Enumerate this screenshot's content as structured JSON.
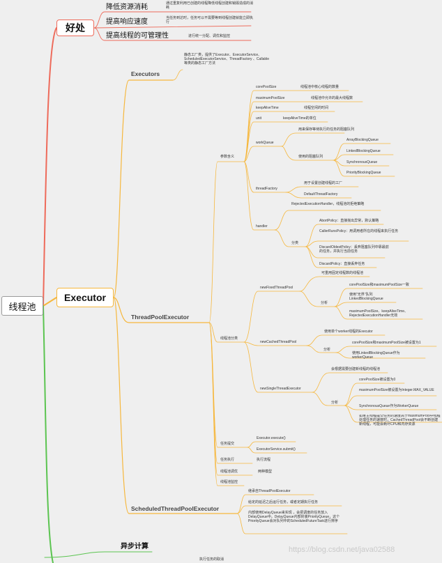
{
  "root": {
    "label": "线程池"
  },
  "benefits": {
    "label": "好处",
    "items": [
      {
        "title": "降低资源消耗",
        "desc": "通过重复利用已创建的线程降低线程创建和销毁造成的消耗"
      },
      {
        "title": "提高响应速度",
        "desc": "当任务到达时，任务可以不需要等到线程创建就能立即执行"
      },
      {
        "title": "提高线程的可管理性",
        "desc": "进行统一分配、调优和监控"
      }
    ]
  },
  "executor": {
    "label": "Executor",
    "executors": {
      "label": "Executors",
      "desc": "静态工厂类，提供了Executor、ExecutorService、ScheduledExecutorService、ThreadFactory 、Callable 等类的静态工厂方法"
    },
    "tpe": {
      "label": "ThreadPoolExecutor",
      "params": {
        "label": "参数含义",
        "core": {
          "name": "corePoolSize",
          "desc": "线程池中核心线程的数量"
        },
        "max": {
          "name": "maximumPoolSize",
          "desc": "线程池中允许的最大线程数"
        },
        "alive": {
          "name": "keepAliveTime",
          "desc": "线程空闲的时间"
        },
        "unit": {
          "name": "unit",
          "desc": "keepAliveTime的单位"
        },
        "workQueue": {
          "name": "workQueue",
          "desc": "用来保存等待执行的任务的阻塞队列",
          "used": "使用的阻塞队列",
          "queues": [
            "ArrayBlockingQueue",
            "LinkedBlockingQueue",
            "SynchronousQueue",
            "PriorityBlockingQueue"
          ]
        },
        "threadFactory": {
          "name": "threadFactory",
          "desc": "用于设置创建线程的工厂",
          "default": "DefaultThreadFactory"
        },
        "handler": {
          "name": "handler",
          "desc": "RejectedExecutionHandler，线程池的拒绝策略",
          "cat": "分类",
          "policies": [
            "AbortPolicy：直接抛出异常，默认策略",
            "CallerRunsPolicy：用调用者所在的线程来执行任务",
            "DiscardOldestPolicy：丢弃阻塞队列中靠最前的任务，并执行当前任务",
            "DiscardPolicy：直接丢弃任务"
          ]
        }
      },
      "pools": {
        "label": "线程池分类",
        "fixed": {
          "name": "newFixedThreadPool",
          "desc": "可重用固定线程数的线程池",
          "analysis": "分析",
          "items": [
            "corePoolSize和maximumPoolSize一致",
            "使用\"无界\"队列LinkedBlockingQueue",
            "maximumPoolSize、keepAliveTime、RejectedExecutionHandler无效"
          ]
        },
        "cached": {
          "name": "newCachedThreadPool",
          "desc": "使用单个worker线程的Executor",
          "analysis": "分析",
          "items": [
            "corePoolSize和maximumPoolSize被设置为1",
            "使用LinkedBlockingQueue作为workerQueue"
          ]
        },
        "single": {
          "name": "newSingleThreadExecutor",
          "desc": "会根据需要创建新线程的线程池",
          "analysis": "分析",
          "items": [
            "corePoolSize被设置为0",
            "maximumPoolSize被设置为Integer.MAX_VALUE",
            "SynchronousQueue作为WorkerQueue",
            "如果主线程提交任务的速度高于maximumPool中线程处理任务的速度时，CachedThreadPool会不断创建新线程，可能会耗尽CPU和内存资源"
          ]
        }
      },
      "submit": {
        "label": "任务提交",
        "execute": "Executor.execute()",
        "submit": "ExecutorService.submit()"
      },
      "run": {
        "label": "任务执行",
        "desc": "执行流程"
      },
      "shutdown": {
        "label": "线程池调优",
        "desc": "两种模型"
      },
      "monitor": {
        "label": "线程池监控"
      }
    },
    "stpe": {
      "label": "ScheduledThreadPoolExecutor",
      "items": [
        "继承自ThreadPoolExecutor",
        "给定的延迟之后运行任务，或者定期执行任务",
        "内部使用DelayQueue来实现 ，会把调度的任务放入DelayQueue中。DelayQueue内部封装PriorityQueue，这个PriorityQueue会对队列中的ScheduledFutureTask进行排序"
      ]
    }
  },
  "async": {
    "label": "异步计算",
    "partial": "执行任务的取消"
  },
  "watermark": "https://blog.csdn.net/java02588"
}
